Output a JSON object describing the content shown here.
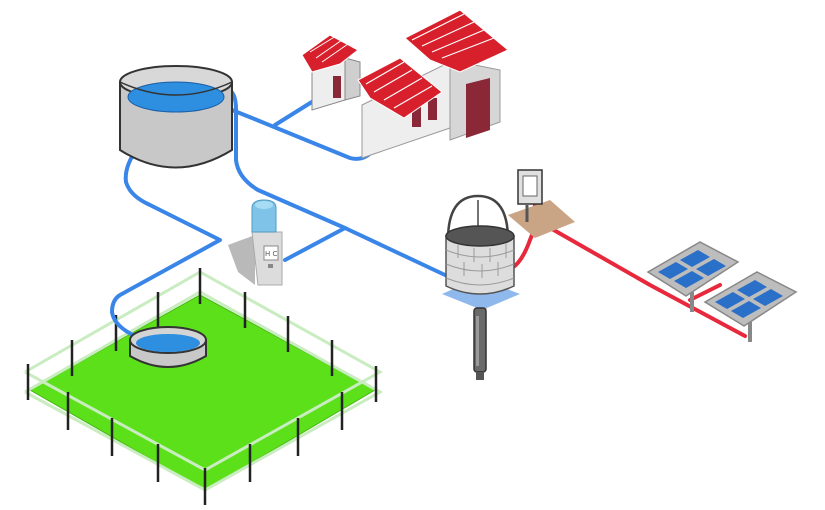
{
  "diagram": {
    "components": [
      "water-storage-tank",
      "village-house-small",
      "village-house-large",
      "water-dispenser",
      "stone-well",
      "submersible-pump",
      "control-box",
      "solar-panel-1",
      "solar-panel-2",
      "livestock-trough",
      "fenced-pasture"
    ],
    "colors": {
      "water_pipe": "#3a86e8",
      "power_cable": "#e8283c",
      "roof": "#d8202c",
      "grass": "#5ce01a",
      "solar_cell": "#2a6fc8",
      "tank_body": "#c8c8c8",
      "water_surface": "#2e8fe0"
    }
  }
}
